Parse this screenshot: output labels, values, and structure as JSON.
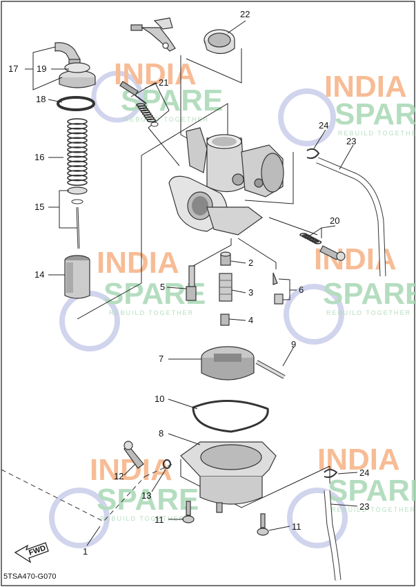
{
  "document_code": "5TSA470-G070",
  "forward_label": "FWD",
  "watermark": {
    "line1": "INDIA",
    "line2": "SPARE",
    "tagline": "REBUILD TOGETHER",
    "color_orange": "#f6b183",
    "color_green": "#a8d8b4",
    "color_blue": "#c9cdea"
  },
  "callouts": [
    "1",
    "2",
    "3",
    "4",
    "5",
    "6",
    "7",
    "8",
    "9",
    "10",
    "11",
    "12",
    "13",
    "14",
    "15",
    "16",
    "17",
    "18",
    "19",
    "20",
    "21",
    "22",
    "23",
    "24"
  ],
  "labels": {
    "c1": "1",
    "c2": "2",
    "c3": "3",
    "c4": "4",
    "c5": "5",
    "c6": "6",
    "c7": "7",
    "c8": "8",
    "c9": "9",
    "c10": "10",
    "c11a": "11",
    "c11b": "11",
    "c12": "12",
    "c13": "13",
    "c14": "14",
    "c15": "15",
    "c16": "16",
    "c17": "17",
    "c18": "18",
    "c19": "19",
    "c20": "20",
    "c21": "21",
    "c22": "22",
    "c23a": "23",
    "c23b": "23",
    "c24a": "24",
    "c24b": "24"
  }
}
